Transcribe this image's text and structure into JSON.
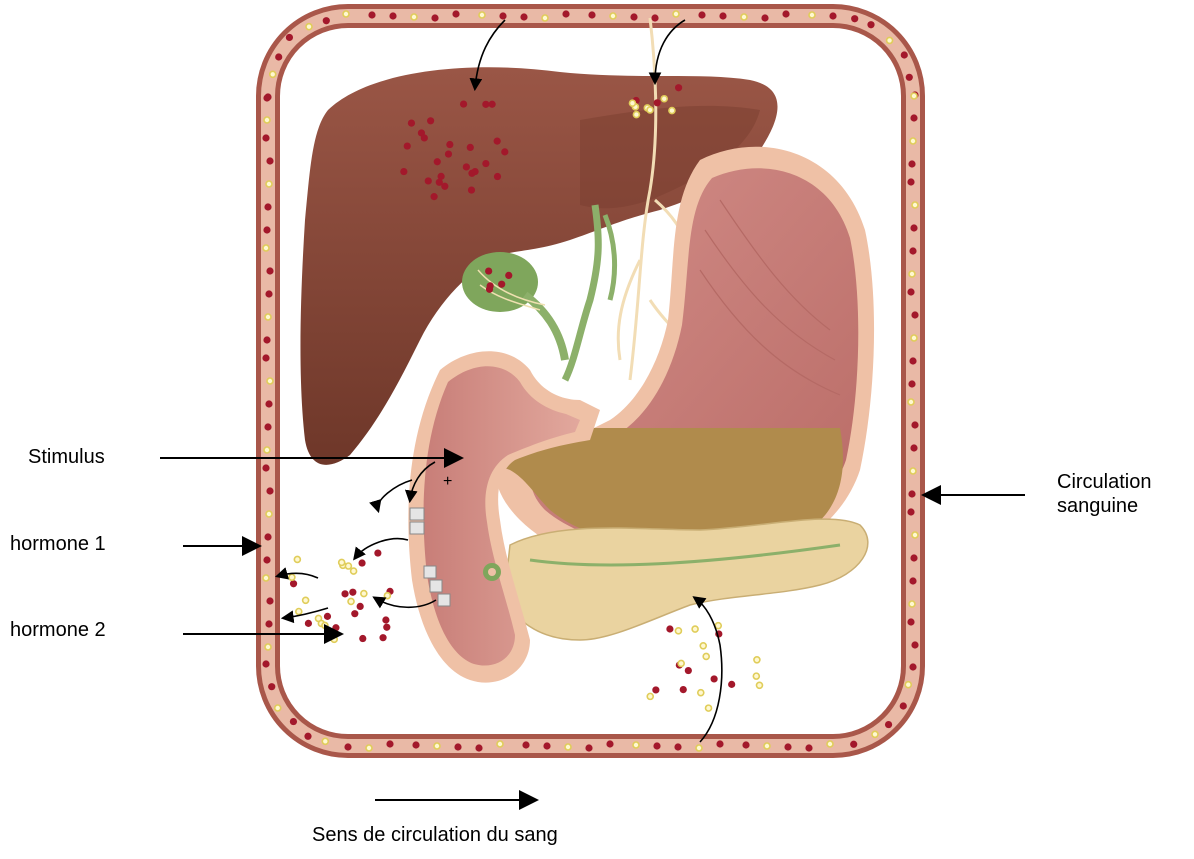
{
  "labels": {
    "stimulus": "Stimulus",
    "hormone1": "hormone 1",
    "hormone2": "hormone 2",
    "circulation_line1": "Circulation",
    "circulation_line2": "sanguine",
    "blood_direction": "Sens de circulation du sang",
    "plus": "+"
  },
  "colors": {
    "vessel_outer": "#b9675a",
    "vessel_inner": "#e8b8a6",
    "red_particle": "#a3182b",
    "yellow_particle": "#e0cd5a",
    "liver": "#8a4a3a",
    "liver_dark": "#6b3428",
    "stomach": "#c97c78",
    "stomach_rim": "#efc1a6",
    "chyme": "#b08b4c",
    "pancreas": "#ead3a0",
    "gallbladder": "#7fa65c",
    "arrow": "#000000"
  },
  "icons": {
    "arrow": "black-arrow"
  }
}
